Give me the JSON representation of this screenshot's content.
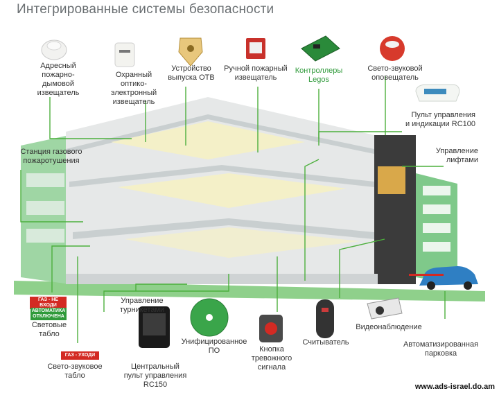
{
  "title": "Интегрированные системы безопасности",
  "labels": {
    "smoke_detector": "Адресный\nпожарно-дымовой\nизвещатель",
    "optical_detector": "Охранный\nоптико-электронный\nизвещатель",
    "otv_release": "Устройство\nвыпуска ОТВ",
    "manual_call_point": "Ручной пожарный\nизвещатель",
    "controllers": "Контроллеры\nLegos",
    "sounder": "Свето-звуковой\nоповещатель",
    "rc100": "Пульт управления\nи индикации RC100",
    "gas_station": "Станция газового\nпожаротушения",
    "elevator": "Управление\nлифтами",
    "light_board": "Световые\nтабло",
    "sound_board": "Свето-звуковое\nтабло",
    "turnstile": "Управление\nтурникетами",
    "rc150": "Центральный\nпульт управления\nRC150",
    "software": "Унифицированное\nПО",
    "panic_button": "Кнопка\nтревожного\nсигнала",
    "reader": "Считыватель",
    "cctv": "Видеонаблюдение",
    "parking": "Автоматизированная\nпарковка"
  },
  "signs": {
    "gas_no_entry": "ГАЗ - НЕ ВХОДИ",
    "auto_off": "АВТОМАТИКА\nОТКЛЮЧЕНА",
    "gas_leave": "ГАЗ - УХОДИ"
  },
  "watermark": "www.ads-israel.do.am",
  "colors": {
    "leader_line": "#4caf3c",
    "sign_red": "#d32a23",
    "sign_green": "#2f9a3a",
    "building_green": "#7fc98a",
    "title_grey": "#6a6f72"
  }
}
